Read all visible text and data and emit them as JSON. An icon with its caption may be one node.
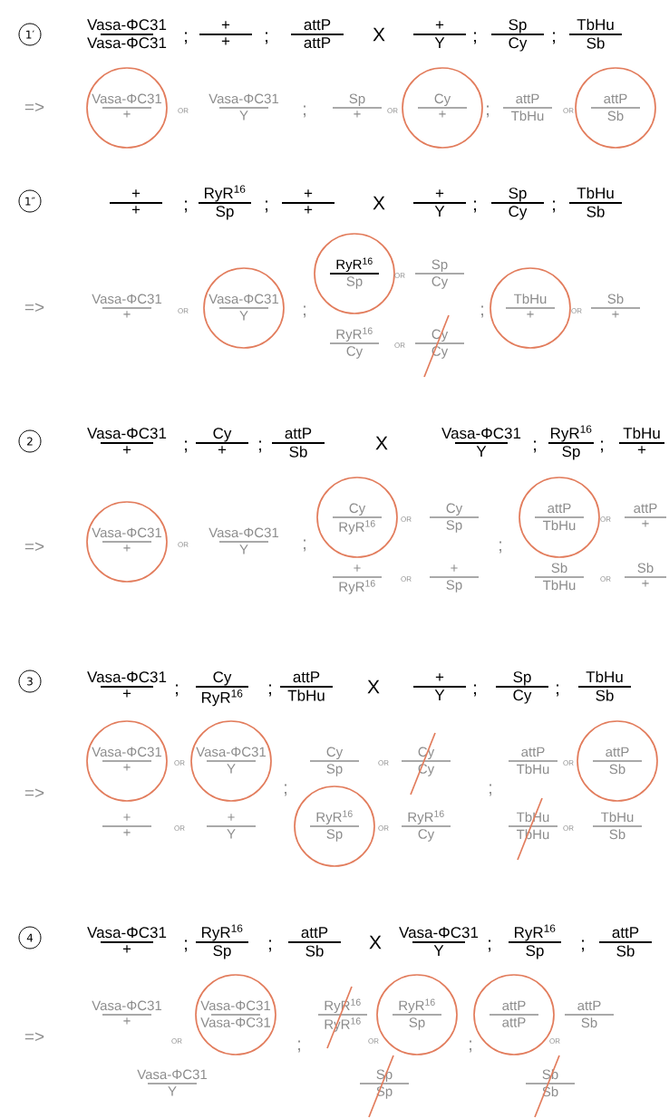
{
  "diagram": {
    "nodes": [
      {
        "text": [
          "1′"
        ]
      },
      {
        "text": [
          "Vasa-ΦC31",
          "+"
        ]
      },
      {
        "text": [
          "Cy",
          "+"
        ]
      },
      {
        "text": [
          "attP",
          "Sb"
        ]
      },
      {
        "text": [
          "1″"
        ]
      },
      {
        "text": [
          "Vasa-ΦC31",
          "Y"
        ]
      },
      {
        "text": [
          "RyR$^{16}$",
          "Sp"
        ]
      },
      {
        "text": [
          "TbHu",
          "+"
        ]
      },
      {
        "text": [
          "2"
        ]
      },
      {
        "text": [
          "Vasa-ΦC31",
          "+"
        ]
      },
      {
        "text": [
          "Cy",
          "RyR$^{16}$"
        ]
      },
      {
        "text": [
          "attP",
          "TbHu"
        ]
      },
      {
        "text": [
          "3"
        ]
      },
      {
        "text": [
          "Vasa-ΦC31",
          "+"
        ]
      },
      {
        "text": [
          "Vasa-ΦC31",
          "Y"
        ]
      },
      {
        "text": [
          "attP",
          "Sb"
        ]
      },
      {
        "text": [
          "RyR$^{16}$",
          "Sp"
        ]
      },
      {
        "text": [
          "4"
        ]
      },
      {
        "text": [
          "Vasa-ΦC31",
          "Vasa-ΦC31"
        ]
      },
      {
        "text": [
          "RyR$^{16}$",
          "Sp"
        ]
      },
      {
        "text": [
          "attP",
          "attP"
        ]
      }
    ],
    "labels": [
      "Vasa-ΦC31",
      "Vasa-ΦC31",
      ";",
      "+",
      "+",
      ";",
      "attP",
      "attP",
      "X",
      "+",
      "Y",
      ";",
      "Sp",
      "Cy",
      ";",
      "TbHu",
      "Sb",
      "=>",
      "OR",
      "Vasa-ΦC31",
      "Y",
      ";",
      "Sp",
      "+",
      "OR",
      ";",
      "attP",
      "TbHu",
      "OR",
      "+",
      "+",
      ";",
      "RyR$^{16}$",
      "Sp",
      ";",
      "+",
      "+",
      "X",
      "+",
      "Y",
      ";",
      "Sp",
      "Cy",
      ";",
      "TbHu",
      "Sb",
      "=>",
      "Vasa-ΦC31",
      "+",
      "OR",
      ";",
      "OR",
      "Sp",
      "Cy",
      "RyR$^{16}$",
      "Cy",
      "OR",
      "Cy",
      "Cy",
      ";",
      "OR",
      "Sb",
      "+",
      "Vasa-ΦC31",
      "+",
      ";",
      "Cy",
      "+",
      ";",
      "attP",
      "Sb",
      "X",
      "Vasa-ΦC31",
      "Y",
      ";",
      "RyR$^{16}$",
      "Sp",
      ";",
      "TbHu",
      "+",
      "=>",
      "OR",
      "Vasa-ΦC31",
      "Y",
      ";",
      "OR",
      "Cy",
      "Sp",
      "+",
      "RyR$^{16}$",
      "OR",
      "+",
      "Sp",
      ";",
      "OR",
      "attP",
      "+",
      "Sb",
      "TbHu",
      "OR",
      "Sb",
      "+",
      "Vasa-ΦC31",
      "+",
      ";",
      "Cy",
      "RyR$^{16}$",
      ";",
      "attP",
      "TbHu",
      "X",
      "+",
      "Y",
      ";",
      "Sp",
      "Cy",
      ";",
      "TbHu",
      "Sb",
      "=>",
      "OR",
      "Cy",
      "Sp",
      "OR",
      "Cy",
      "Cy",
      "attP",
      "TbHu",
      "OR",
      ";",
      ";",
      "+",
      "+",
      "OR",
      "+",
      "Y",
      "OR",
      "RyR$^{16}$",
      "Cy",
      "TbHu",
      "TbHu",
      "OR",
      "TbHu",
      "Sb",
      "Vasa-ΦC31",
      "+",
      ";",
      "RyR$^{16}$",
      "Sp",
      ";",
      "attP",
      "Sb",
      "X",
      "Vasa-ΦC31",
      "Y",
      ";",
      "RyR$^{16}$",
      "Sp",
      ";",
      "attP",
      "Sb",
      "=>",
      "Vasa-ΦC31",
      "+",
      "OR",
      "Vasa-ΦC31",
      "Y",
      ";",
      "RyR$^{16}$",
      "RyR$^{16}$",
      "OR",
      "Sp",
      "Sp",
      ";",
      "OR",
      "attP",
      "Sb",
      "Sb",
      "Sb"
    ]
  }
}
